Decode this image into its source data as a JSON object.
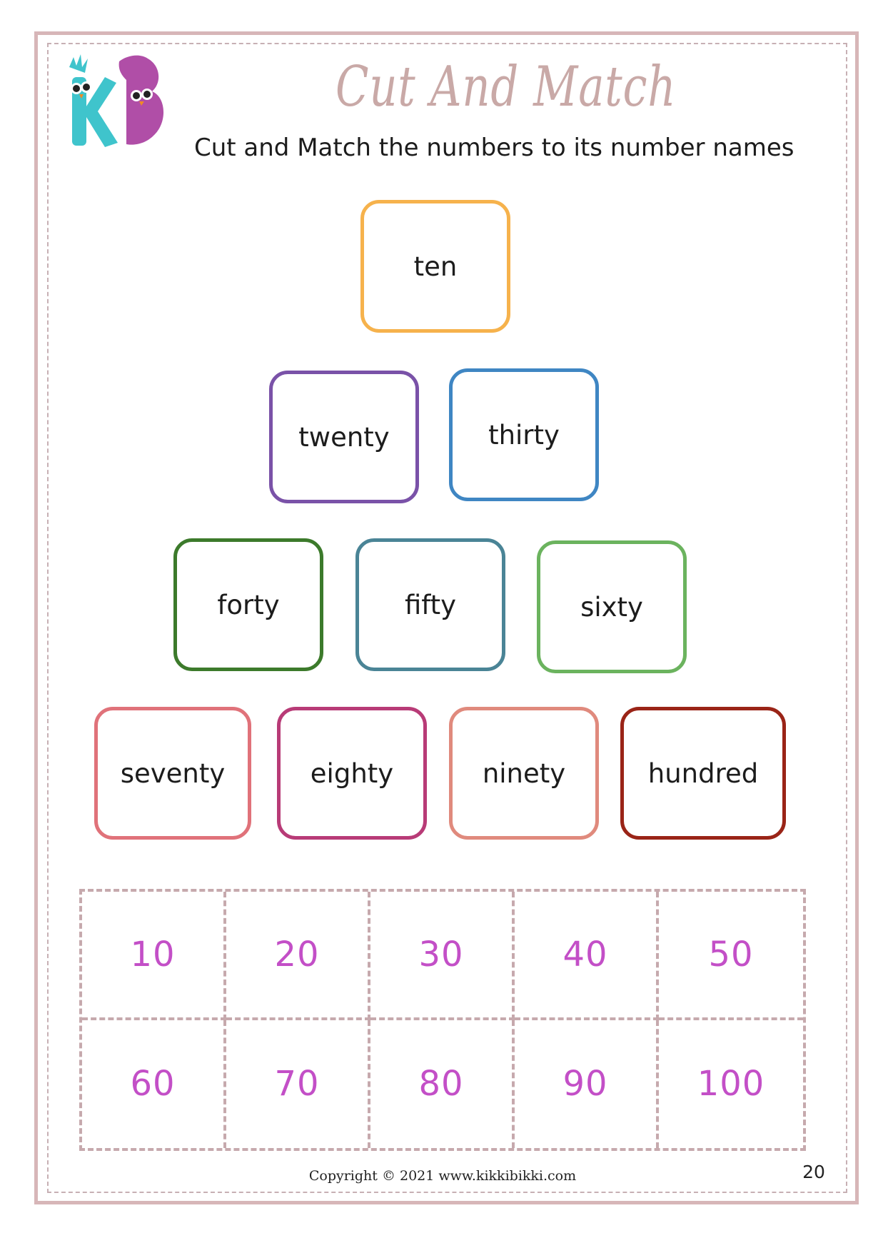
{
  "worksheet": {
    "title": "Cut And Match",
    "instruction": "Cut and Match the numbers to its number names",
    "logo_letters": "KB"
  },
  "word_cards": [
    {
      "label": "ten",
      "border_color": "#f6b24c"
    },
    {
      "label": "twenty",
      "border_color": "#7a52a8"
    },
    {
      "label": "thirty",
      "border_color": "#3f86c3"
    },
    {
      "label": "forty",
      "border_color": "#3c7a2b"
    },
    {
      "label": "fifty",
      "border_color": "#4a8496"
    },
    {
      "label": "sixty",
      "border_color": "#6bb35e"
    },
    {
      "label": "seventy",
      "border_color": "#e0727a"
    },
    {
      "label": "eighty",
      "border_color": "#b83b77"
    },
    {
      "label": "ninety",
      "border_color": "#e08a7d"
    },
    {
      "label": "hundred",
      "border_color": "#9a2417"
    }
  ],
  "number_cells": [
    "10",
    "20",
    "30",
    "40",
    "50",
    "60",
    "70",
    "80",
    "90",
    "100"
  ],
  "colors": {
    "number_text": "#c34fc7",
    "frame": "#d7b6b8",
    "title": "#c9a9a7",
    "logo_k": "#3fc4cc",
    "logo_b": "#b04ea7"
  },
  "footer": {
    "copyright": "Copyright © 2021 www.kikkibikki.com",
    "page_number": "20"
  }
}
